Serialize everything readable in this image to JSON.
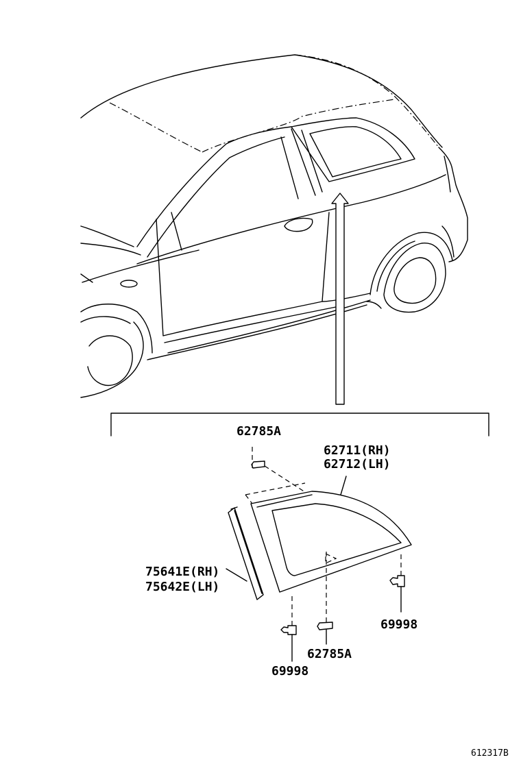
{
  "callouts": {
    "clip_top": "62785A",
    "glass_rh": "62711(RH)",
    "glass_lh": "62712(LH)",
    "weatherstrip_rh": "75641E(RH)",
    "weatherstrip_lh": "75642E(LH)",
    "fastener_right": "69998",
    "fastener_left": "69998",
    "clip_bottom": "62785A"
  },
  "figure_id": "612317B"
}
